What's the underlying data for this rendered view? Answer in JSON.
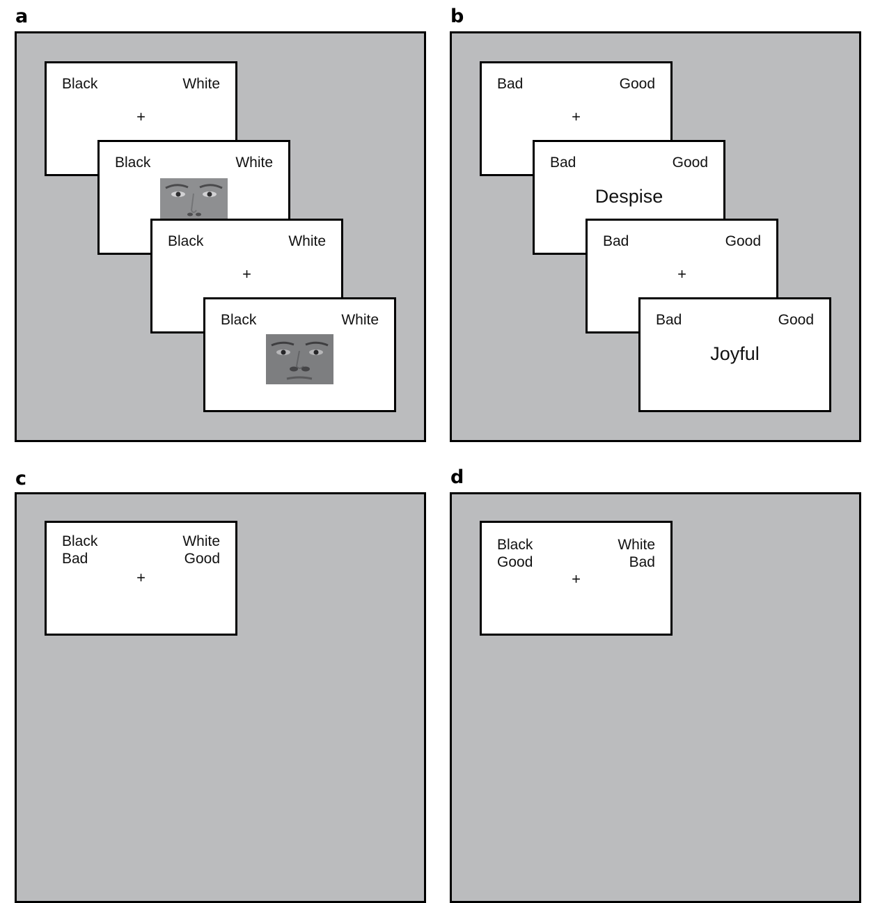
{
  "panels": {
    "a": {
      "letter": "a",
      "screens": [
        {
          "left": "Black",
          "right": "White",
          "center": "+",
          "type": "fixation"
        },
        {
          "left": "Black",
          "right": "White",
          "type": "face",
          "face": "white-male-face-image"
        },
        {
          "left": "Black",
          "right": "White",
          "center": "+",
          "type": "fixation"
        },
        {
          "left": "Black",
          "right": "White",
          "type": "face",
          "face": "black-male-face-image"
        }
      ]
    },
    "b": {
      "letter": "b",
      "screens": [
        {
          "left": "Bad",
          "right": "Good",
          "center": "+",
          "type": "fixation"
        },
        {
          "left": "Bad",
          "right": "Good",
          "center": "Despise",
          "type": "word"
        },
        {
          "left": "Bad",
          "right": "Good",
          "center": "+",
          "type": "fixation"
        },
        {
          "left": "Bad",
          "right": "Good",
          "center": "Joyful",
          "type": "word"
        }
      ]
    },
    "c": {
      "letter": "c",
      "screens": [
        {
          "left": "Black\nBad",
          "right": "White\nGood",
          "center": "+",
          "type": "fixation"
        }
      ]
    },
    "d": {
      "letter": "d",
      "screens": [
        {
          "left": "Black\nGood",
          "right": "White\nBad",
          "center": "+",
          "type": "fixation"
        }
      ]
    }
  },
  "colors": {
    "frame_bg": "#bbbcbe",
    "screen_bg": "#ffffff",
    "border": "#000000"
  }
}
